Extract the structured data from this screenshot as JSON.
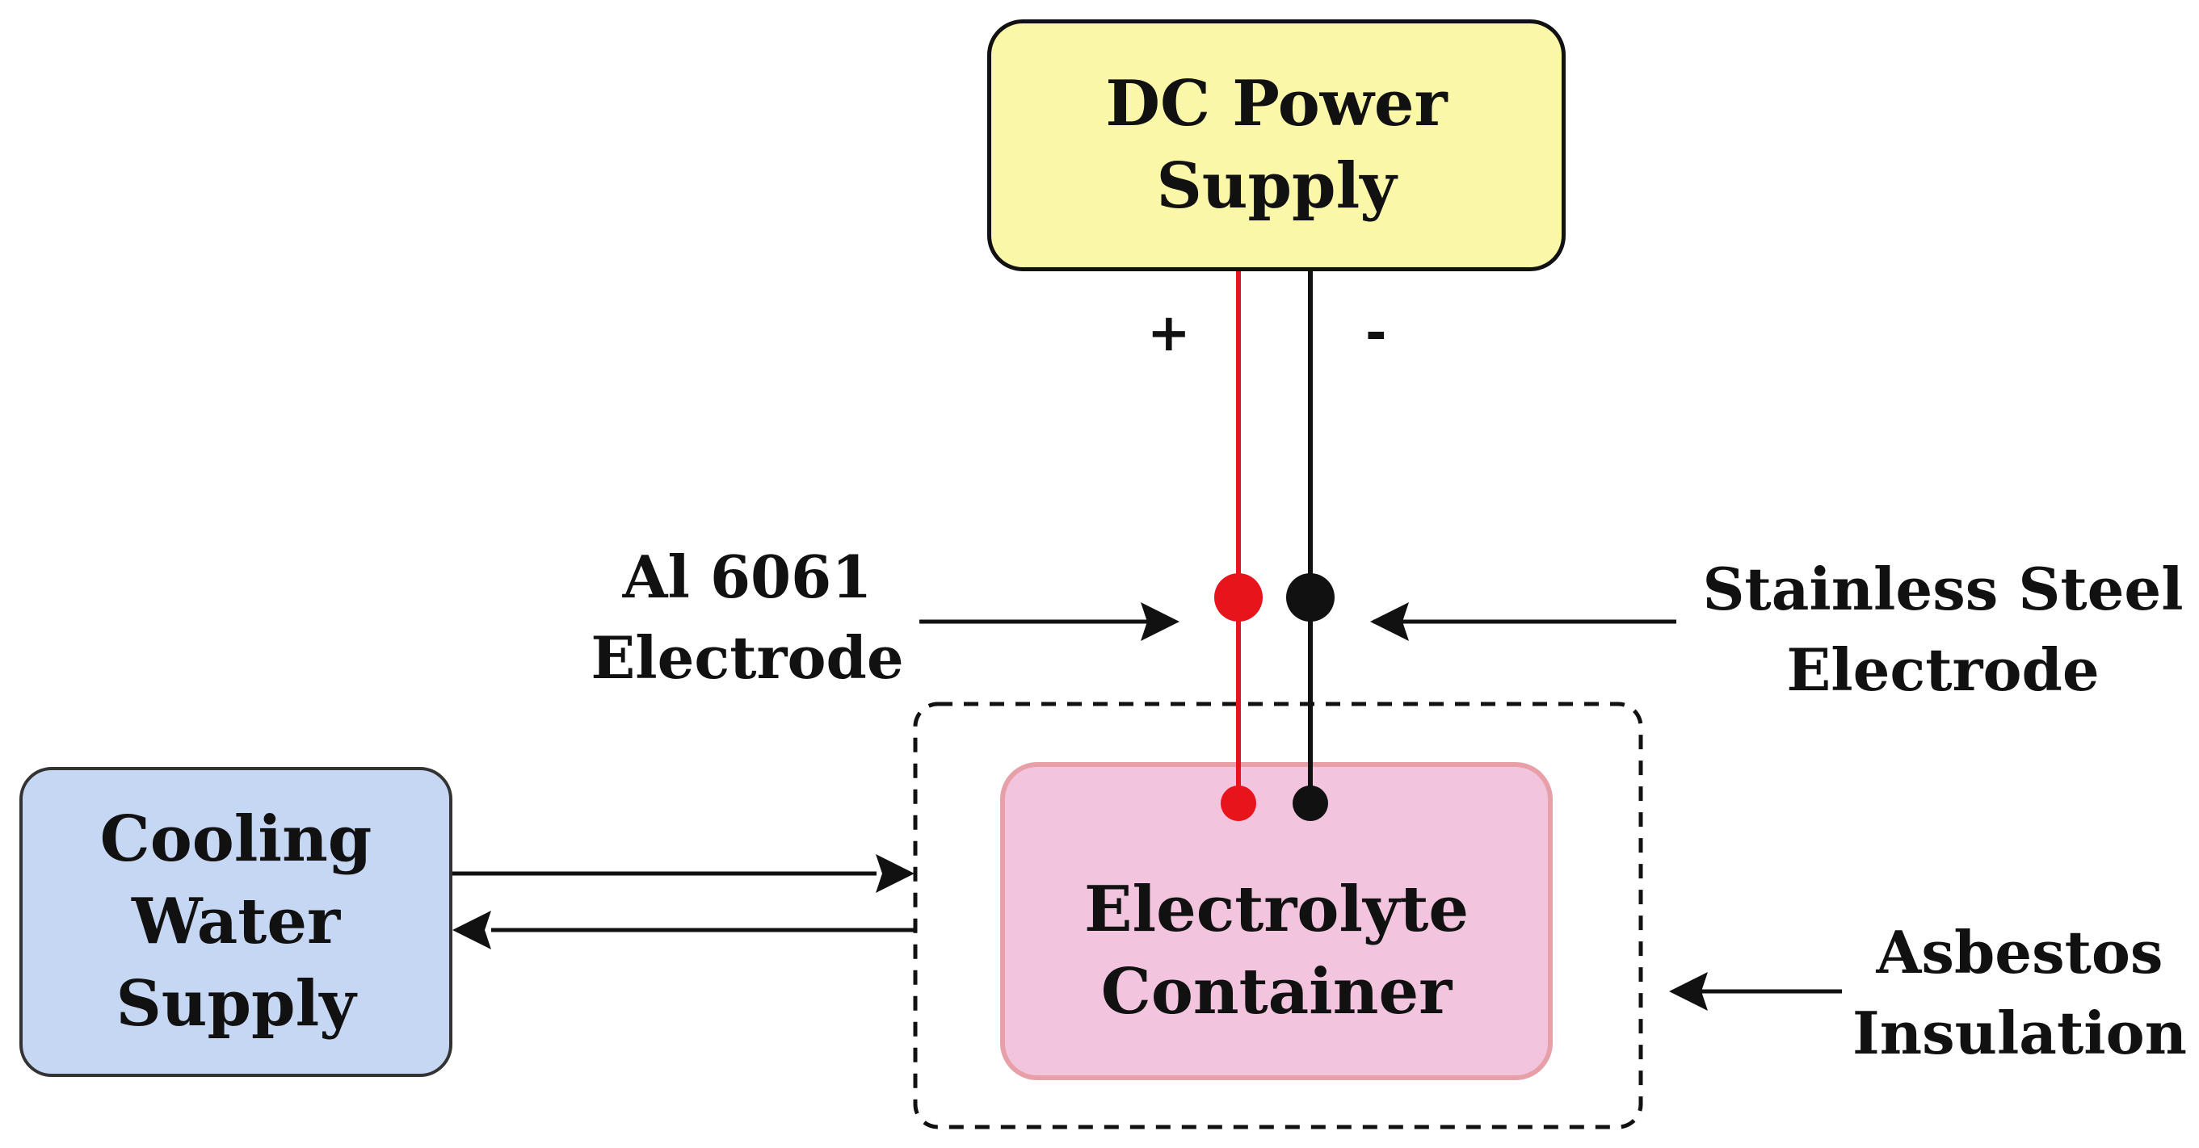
{
  "colors": {
    "dc_power_fill": "#fbf7a8",
    "cooling_fill": "#c6d7f4",
    "electrolyte_fill": "#f2c4de",
    "electrolyte_border": "#e8a0a8",
    "positive_wire": "#e8141c",
    "negative_wire": "#111111"
  },
  "nodes": {
    "dc_power": {
      "line1": "DC Power",
      "line2": "Supply"
    },
    "cooling": {
      "line1": "Cooling",
      "line2": "Water",
      "line3": "Supply"
    },
    "electrolyte": {
      "line1": "Electrolyte",
      "line2": "Container"
    }
  },
  "labels": {
    "al_electrode": {
      "line1": "Al 6061",
      "line2": "Electrode"
    },
    "ss_electrode": {
      "line1": "Stainless Steel",
      "line2": "Electrode"
    },
    "asbestos": {
      "line1": "Asbestos",
      "line2": "Insulation"
    }
  },
  "terminals": {
    "positive": "+",
    "negative": "-"
  }
}
